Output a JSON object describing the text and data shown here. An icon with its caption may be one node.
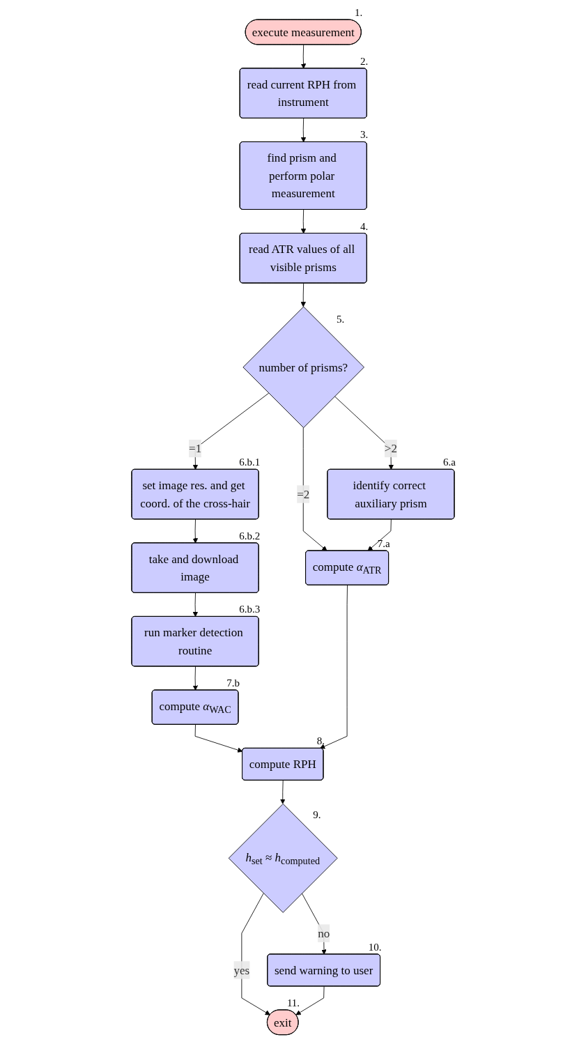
{
  "diagram": {
    "nodes": [
      {
        "text": [
          "execute measurement"
        ],
        "beside": [
          "1."
        ]
      },
      {
        "text": [
          "read current RPH from instrument"
        ],
        "beside": [
          "2."
        ]
      },
      {
        "text": [
          "find prism and perform polar measurement"
        ],
        "beside": [
          "3."
        ]
      },
      {
        "text": [
          "read ATR values of all visible prisms"
        ],
        "beside": [
          "4."
        ]
      },
      {
        "text": [
          "number of prisms?"
        ],
        "beside": [
          "5."
        ]
      },
      {
        "text": [
          "set image res. and get coord. of the cross-hair"
        ],
        "beside": [
          "6.b.1"
        ]
      },
      {
        "text": [
          "take and download image"
        ],
        "beside": [
          "6.b.2"
        ]
      },
      {
        "text": [
          "run marker detection routine"
        ],
        "beside": [
          "6.b.3"
        ]
      },
      {
        "text": [
          "identify correct auxiliary prism"
        ],
        "beside": [
          "6.a"
        ]
      },
      {
        "text": [
          "compute *α*$_{WAC}$"
        ],
        "beside": [
          "7.b"
        ]
      },
      {
        "text": [
          "compute RPH"
        ],
        "beside": [
          "8."
        ]
      },
      {
        "text": [
          "compute *α*$_{ATR}$"
        ],
        "beside": [
          "7.a"
        ]
      },
      {
        "text": [
          "*h*$_{set}$ ≈ *h*$_{computed}$"
        ],
        "beside": [
          "9."
        ]
      },
      {
        "text": [
          "send warning to user"
        ],
        "beside": [
          "10."
        ]
      },
      {
        "text": [
          "exit"
        ],
        "beside": [
          "11."
        ]
      }
    ],
    "edges": [
      {
        "from": 0,
        "to": 1,
        "arrow": "to"
      },
      {
        "from": 1,
        "to": 2,
        "arrow": "to"
      },
      {
        "from": 2,
        "to": 3,
        "arrow": "to"
      },
      {
        "from": 3,
        "to": 4,
        "arrow": "to"
      },
      {
        "from": 4,
        "to": 5,
        "arrow": "to",
        "label": "=1"
      },
      {
        "from": 5,
        "to": 6,
        "arrow": "to"
      },
      {
        "from": 6,
        "to": 7,
        "arrow": "to"
      },
      {
        "from": 4,
        "to": 8,
        "arrow": "to",
        "label": ">2"
      },
      {
        "from": 4,
        "to": 11,
        "arrow": "to",
        "label": "=2"
      },
      {
        "from": 7,
        "to": 9,
        "arrow": "to"
      },
      {
        "from": 8,
        "to": 11,
        "arrow": "to"
      },
      {
        "from": 9,
        "to": 10,
        "arrow": "to"
      },
      {
        "from": 11,
        "to": 10,
        "arrow": "to"
      },
      {
        "from": 10,
        "to": 12,
        "arrow": "to"
      },
      {
        "from": 12,
        "to": 13,
        "arrow": "to",
        "label": "no"
      },
      {
        "from": 12,
        "to": 14,
        "arrow": "to",
        "label": "yes"
      },
      {
        "from": 13,
        "to": 14,
        "arrow": "to"
      }
    ]
  }
}
